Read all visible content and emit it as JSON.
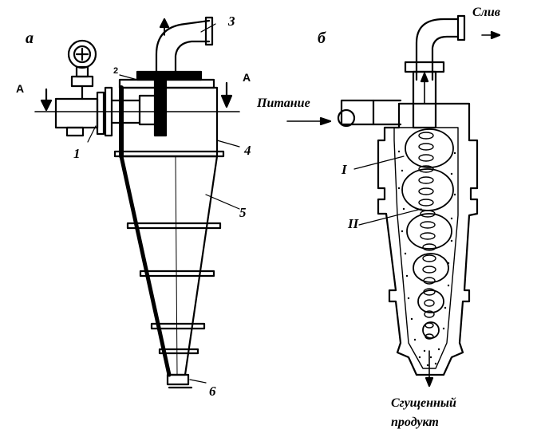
{
  "panels": {
    "a": "а",
    "b": "б"
  },
  "section_marks": {
    "left": "А",
    "right": "А"
  },
  "parts": {
    "p1": "1",
    "p2": "2",
    "p3": "3",
    "p4": "4",
    "p5": "5",
    "p6": "6"
  },
  "flows": {
    "overflow": "Слив",
    "feed": "Питание",
    "zone1": "I",
    "zone2": "II",
    "product_line1": "Сгущенный",
    "product_line2": "продукт"
  }
}
